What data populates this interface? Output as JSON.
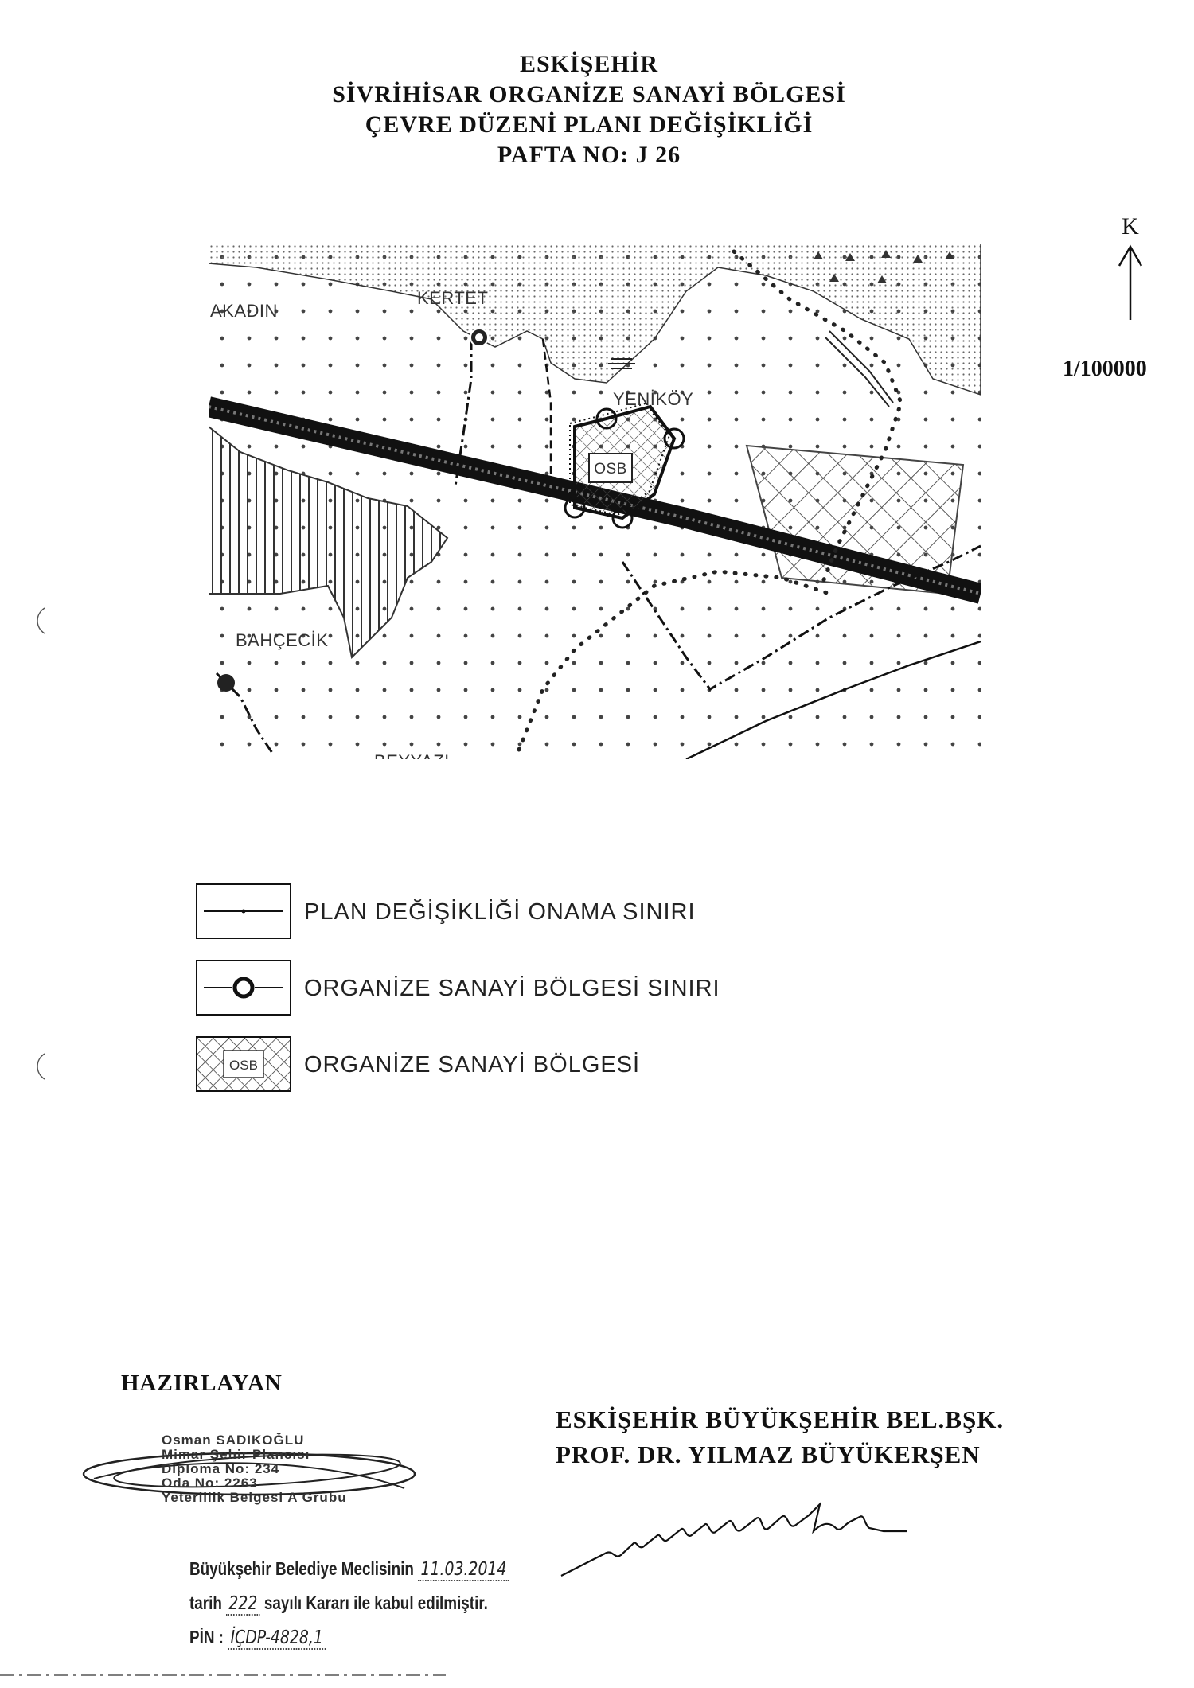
{
  "title": {
    "line1": "ESKİŞEHİR",
    "line2": "SİVRİHİSAR ORGANİZE SANAYİ BÖLGESİ",
    "line3": "ÇEVRE DÜZENİ PLANI DEĞİŞİKLİĞİ",
    "line4": "PAFTA NO: J 26"
  },
  "north_label": "K",
  "scale": "1/100000",
  "map": {
    "places": {
      "akadin": "AKADIN",
      "kertet": "KERTET",
      "yenikoy": "YENİKÖY",
      "bahcecik": "BAHÇECİK",
      "beyyazi": "BEYYAZI"
    },
    "osb_label": "OSB"
  },
  "legend": [
    {
      "icon": "approval-boundary-line",
      "label": "PLAN DEĞİŞİKLİĞİ ONAMA SINIRI"
    },
    {
      "icon": "osb-boundary-ring",
      "label": "ORGANİZE SANAYİ BÖLGESİ SINIRI"
    },
    {
      "icon": "osb-crosshatch",
      "label": "ORGANİZE SANAYİ BÖLGESİ",
      "box_text": "OSB"
    }
  ],
  "prepared_by": "HAZIRLAYAN",
  "stamp": {
    "name": "Osman SADIKOĞLU",
    "title": "Mimar Şehir Plancısı",
    "diploma": "Diploma No: 234",
    "oda": "Oda No: 2263",
    "yeterlilik": "Yeterlilik Belgesi A Grubu"
  },
  "mayor": {
    "line1": "ESKİŞEHİR BÜYÜKŞEHİR BEL.BŞK.",
    "line2": "PROF. DR. YILMAZ BÜYÜKERŞEN"
  },
  "approval": {
    "prefix": "Büyükşehir Belediye Meclisinin",
    "date": "11.03.2014",
    "tarih": "tarih",
    "number": "222",
    "suffix": "sayılı Kararı ile kabul edilmiştir.",
    "pin_label": "PİN :",
    "pin_value": "İÇDP-4828,1"
  }
}
